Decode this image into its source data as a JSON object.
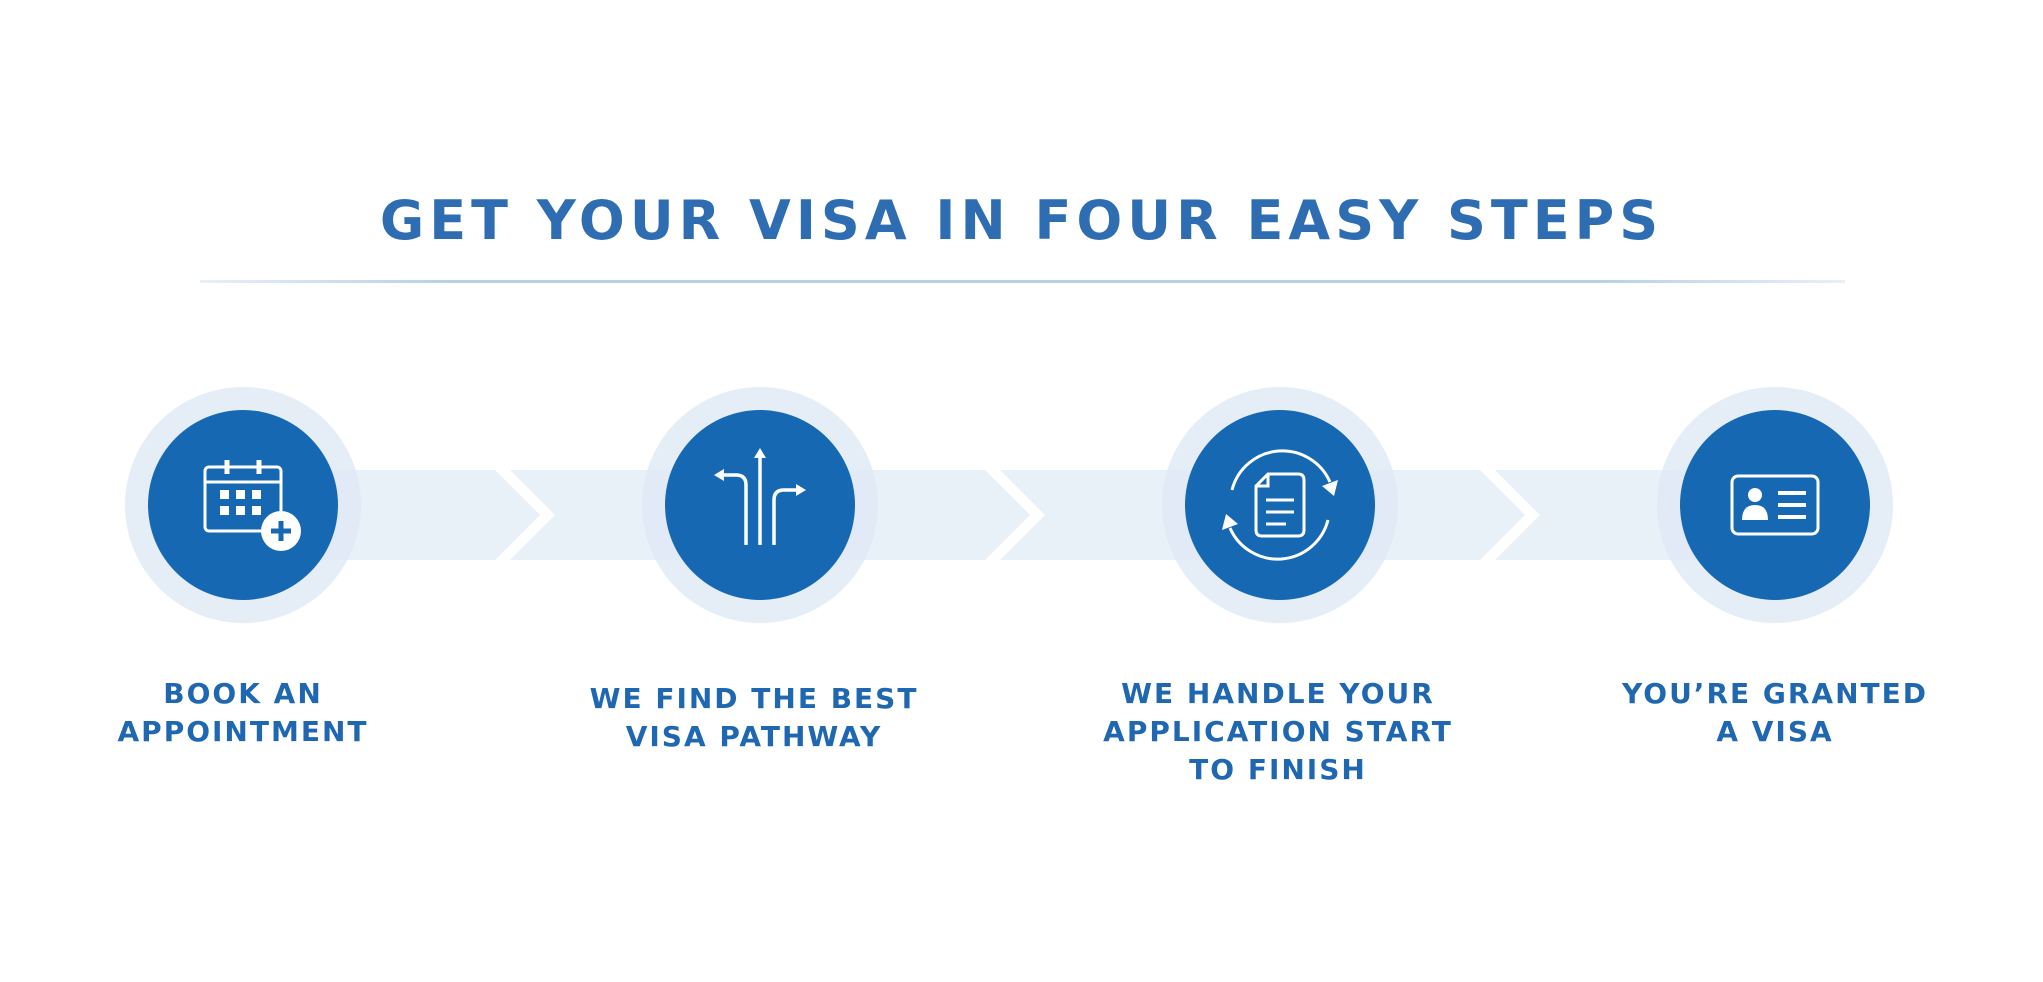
{
  "header": {
    "title": "GET YOUR VISA IN FOUR EASY STEPS"
  },
  "colors": {
    "primary": "#1668b3",
    "halo": "#e3edf7",
    "band": "#e8f0f8",
    "text": "#1f67b1",
    "title": "#2f6db3"
  },
  "steps": [
    {
      "icon": "calendar-add-icon",
      "lines": [
        "BOOK AN",
        "APPOINTMENT"
      ]
    },
    {
      "icon": "branching-arrows-icon",
      "lines": [
        "WE FIND THE BEST",
        "VISA PATHWAY"
      ]
    },
    {
      "icon": "document-cycle-icon",
      "lines": [
        "WE HANDLE YOUR",
        "APPLICATION START",
        "TO FINISH"
      ]
    },
    {
      "icon": "id-card-icon",
      "lines": [
        "YOU’RE GRANTED",
        "A VISA"
      ]
    }
  ]
}
